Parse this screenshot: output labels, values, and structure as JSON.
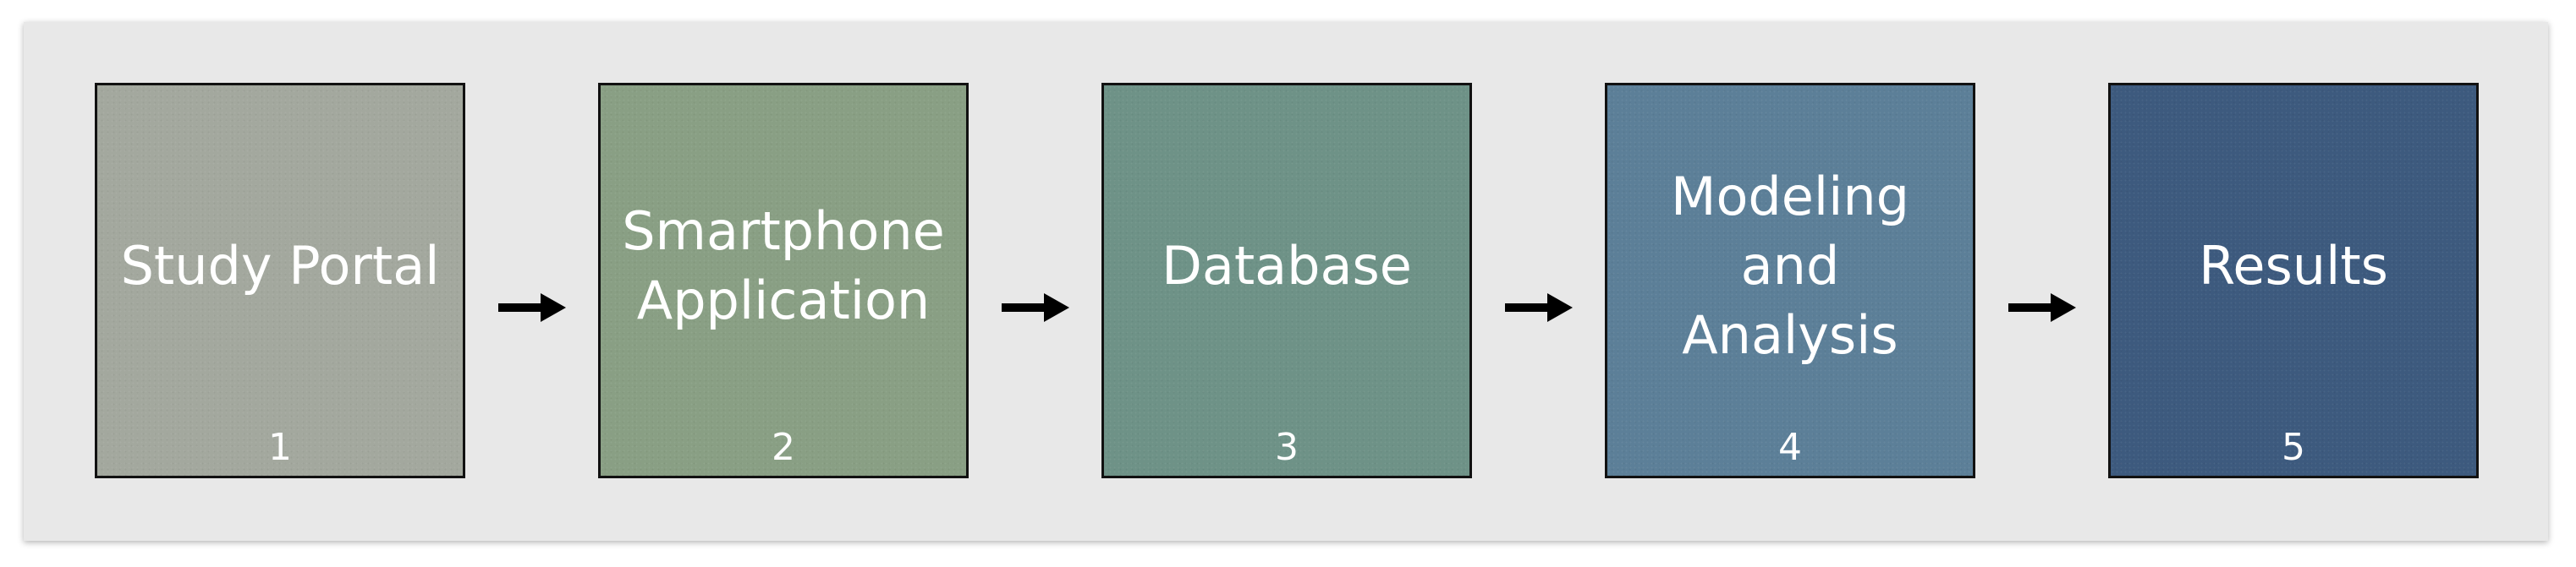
{
  "diagram": {
    "steps": [
      {
        "title": "Study Portal",
        "number": "1",
        "color": "#a3a89e"
      },
      {
        "title": "Smartphone\nApplication",
        "number": "2",
        "color": "#899f84"
      },
      {
        "title": "Database",
        "number": "3",
        "color": "#6e9287"
      },
      {
        "title": "Modeling\nand\nAnalysis",
        "number": "4",
        "color": "#5c7f98"
      },
      {
        "title": "Results",
        "number": "5",
        "color": "#3d5a7e"
      }
    ],
    "arrow_color": "#000000"
  }
}
